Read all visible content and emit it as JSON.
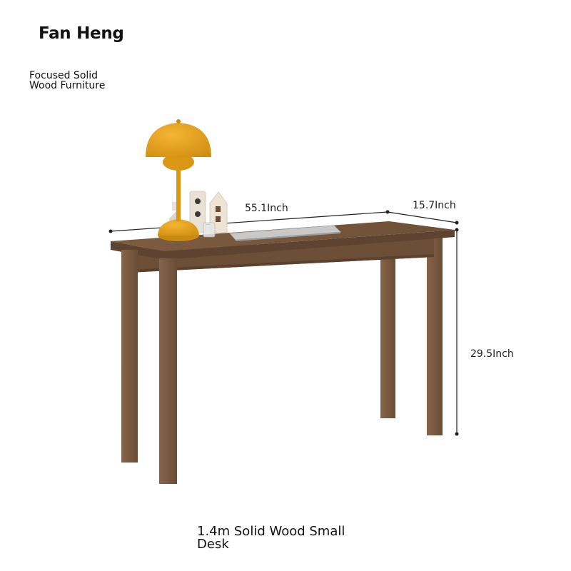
{
  "brand": {
    "name": "Fan Heng"
  },
  "tagline": {
    "line1": "Focused Solid",
    "line2": "Wood Furniture"
  },
  "dimensions": {
    "width": "55.1Inch",
    "depth": "15.7Inch",
    "height": "29.5Inch"
  },
  "product": {
    "title_line1": "1.4m Solid Wood Small",
    "title_line2": "Desk"
  },
  "colors": {
    "wood": "#7a5a3f",
    "wood_dark": "#5e4430",
    "lamp": "#e8a21b",
    "laptop": "#c9c9c9"
  }
}
